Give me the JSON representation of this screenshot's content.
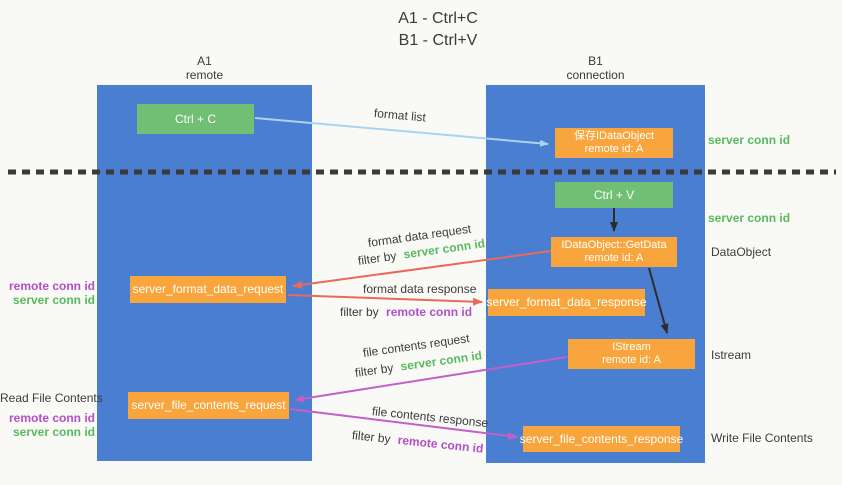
{
  "title": {
    "line1": "A1 - Ctrl+C",
    "line2": "B1 - Ctrl+V"
  },
  "columns": {
    "a": {
      "name": "A1",
      "role": "remote"
    },
    "b": {
      "name": "B1",
      "role": "connection"
    }
  },
  "boxes": {
    "ctrl_c": {
      "label": "Ctrl + C"
    },
    "save_idataobject": {
      "line1": "保存IDataObject",
      "line2": "remote id: A"
    },
    "ctrl_v": {
      "label": "Ctrl + V"
    },
    "idataobject_getdata": {
      "line1": "IDataObject::GetData",
      "line2": "remote id: A"
    },
    "server_format_data_request": {
      "label": "server_format_data_request"
    },
    "server_format_data_response": {
      "label": "server_format_data_response"
    },
    "istream": {
      "line1": "IStream",
      "line2": "remote id: A"
    },
    "server_file_contents_request": {
      "label": "server_file_contents_request"
    },
    "server_file_contents_response": {
      "label": "server_file_contents_response"
    }
  },
  "labels": {
    "format_list": "format list",
    "format_data_request": "format data request",
    "format_data_response": "format data response",
    "file_contents_request": "file contents request",
    "file_contents_response": "file contents response",
    "filter_by": "filter by",
    "server_conn_id": "server conn id",
    "remote_conn_id": "remote conn id",
    "read_file_contents": "Read File Contents",
    "write_file_contents": "Write File Contents",
    "dataobject": "DataObject",
    "istream": "Istream"
  },
  "colors": {
    "background": "#f9f9f6",
    "column_blue": "#4a7ed0",
    "green_box": "#71bf74",
    "orange_box": "#f7a53c",
    "green_text": "#58b95e",
    "purple_text": "#b44fc8",
    "dark_text": "#3c3c3c",
    "arrow_blue": "#a9d4ef",
    "arrow_red": "#e96a5c",
    "arrow_magenta": "#c45ec8",
    "arrow_black": "#2d2d2d",
    "dotted_line": "#3a3a3a"
  }
}
